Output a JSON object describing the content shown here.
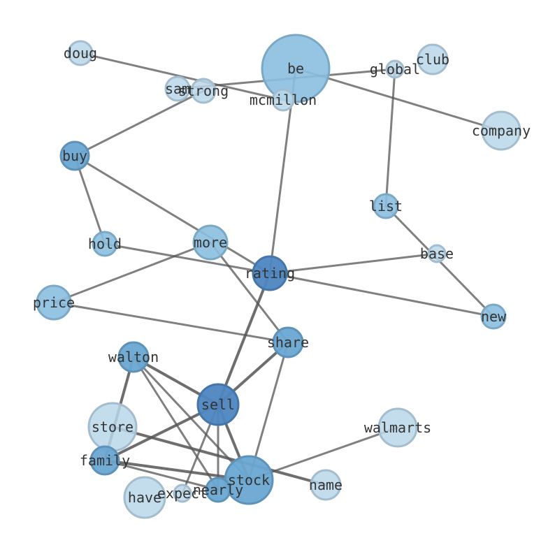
{
  "colors": {
    "background": "#ffffff",
    "edge": "#555555",
    "label": "#333333",
    "shade_light": "#b9d7ea",
    "shade_mid": "#8bbfe0",
    "shade_mid_dark": "#6aa6d2",
    "shade_dark": "#4d86c0"
  },
  "nodes": [
    {
      "id": "be",
      "label": "be",
      "shade": "mid"
    },
    {
      "id": "doug",
      "label": "doug",
      "shade": "light"
    },
    {
      "id": "global",
      "label": "global",
      "shade": "light"
    },
    {
      "id": "club",
      "label": "club",
      "shade": "light"
    },
    {
      "id": "sam",
      "label": "sam",
      "shade": "light"
    },
    {
      "id": "strong",
      "label": "strong",
      "shade": "light"
    },
    {
      "id": "mcmillon",
      "label": "mcmillon",
      "shade": "light"
    },
    {
      "id": "company",
      "label": "company",
      "shade": "light"
    },
    {
      "id": "buy",
      "label": "buy",
      "shade": "mid_dark"
    },
    {
      "id": "list",
      "label": "list",
      "shade": "mid"
    },
    {
      "id": "hold",
      "label": "hold",
      "shade": "mid"
    },
    {
      "id": "more",
      "label": "more",
      "shade": "mid"
    },
    {
      "id": "base",
      "label": "base",
      "shade": "light"
    },
    {
      "id": "rating",
      "label": "rating",
      "shade": "dark"
    },
    {
      "id": "price",
      "label": "price",
      "shade": "mid"
    },
    {
      "id": "new",
      "label": "new",
      "shade": "mid"
    },
    {
      "id": "share",
      "label": "share",
      "shade": "mid_dark"
    },
    {
      "id": "walton",
      "label": "walton",
      "shade": "mid_dark"
    },
    {
      "id": "sell",
      "label": "sell",
      "shade": "dark"
    },
    {
      "id": "store",
      "label": "store",
      "shade": "light"
    },
    {
      "id": "walmarts",
      "label": "walmarts",
      "shade": "light"
    },
    {
      "id": "family",
      "label": "family",
      "shade": "mid_dark"
    },
    {
      "id": "stock",
      "label": "stock",
      "shade": "mid_dark"
    },
    {
      "id": "name",
      "label": "name",
      "shade": "light"
    },
    {
      "id": "expect",
      "label": "expect",
      "shade": "light"
    },
    {
      "id": "nearly",
      "label": "nearly",
      "shade": "mid_dark"
    },
    {
      "id": "have",
      "label": "have",
      "shade": "light"
    }
  ],
  "edges": [
    {
      "source": "doug",
      "target": "mcmillon",
      "weight": 1
    },
    {
      "source": "sam",
      "target": "global",
      "weight": 1
    },
    {
      "source": "be",
      "target": "company",
      "weight": 1
    },
    {
      "source": "be",
      "target": "rating",
      "weight": 1
    },
    {
      "source": "strong",
      "target": "buy",
      "weight": 1
    },
    {
      "source": "global",
      "target": "list",
      "weight": 1
    },
    {
      "source": "buy",
      "target": "hold",
      "weight": 1
    },
    {
      "source": "buy",
      "target": "rating",
      "weight": 1
    },
    {
      "source": "list",
      "target": "new",
      "weight": 1
    },
    {
      "source": "hold",
      "target": "rating",
      "weight": 1
    },
    {
      "source": "rating",
      "target": "base",
      "weight": 1
    },
    {
      "source": "rating",
      "target": "new",
      "weight": 1
    },
    {
      "source": "more",
      "target": "price",
      "weight": 1
    },
    {
      "source": "more",
      "target": "share",
      "weight": 1
    },
    {
      "source": "price",
      "target": "share",
      "weight": 1
    },
    {
      "source": "rating",
      "target": "sell",
      "weight": 2
    },
    {
      "source": "share",
      "target": "sell",
      "weight": 2
    },
    {
      "source": "share",
      "target": "stock",
      "weight": 1
    },
    {
      "source": "walton",
      "target": "sell",
      "weight": 2
    },
    {
      "source": "walton",
      "target": "family",
      "weight": 2
    },
    {
      "source": "walton",
      "target": "stock",
      "weight": 1
    },
    {
      "source": "walton",
      "target": "nearly",
      "weight": 1
    },
    {
      "source": "sell",
      "target": "family",
      "weight": 2
    },
    {
      "source": "sell",
      "target": "stock",
      "weight": 2
    },
    {
      "source": "sell",
      "target": "nearly",
      "weight": 1
    },
    {
      "source": "sell",
      "target": "expect",
      "weight": 1
    },
    {
      "source": "store",
      "target": "name",
      "weight": 2
    },
    {
      "source": "family",
      "target": "stock",
      "weight": 2
    },
    {
      "source": "family",
      "target": "nearly",
      "weight": 1
    },
    {
      "source": "walmarts",
      "target": "stock",
      "weight": 1
    }
  ]
}
